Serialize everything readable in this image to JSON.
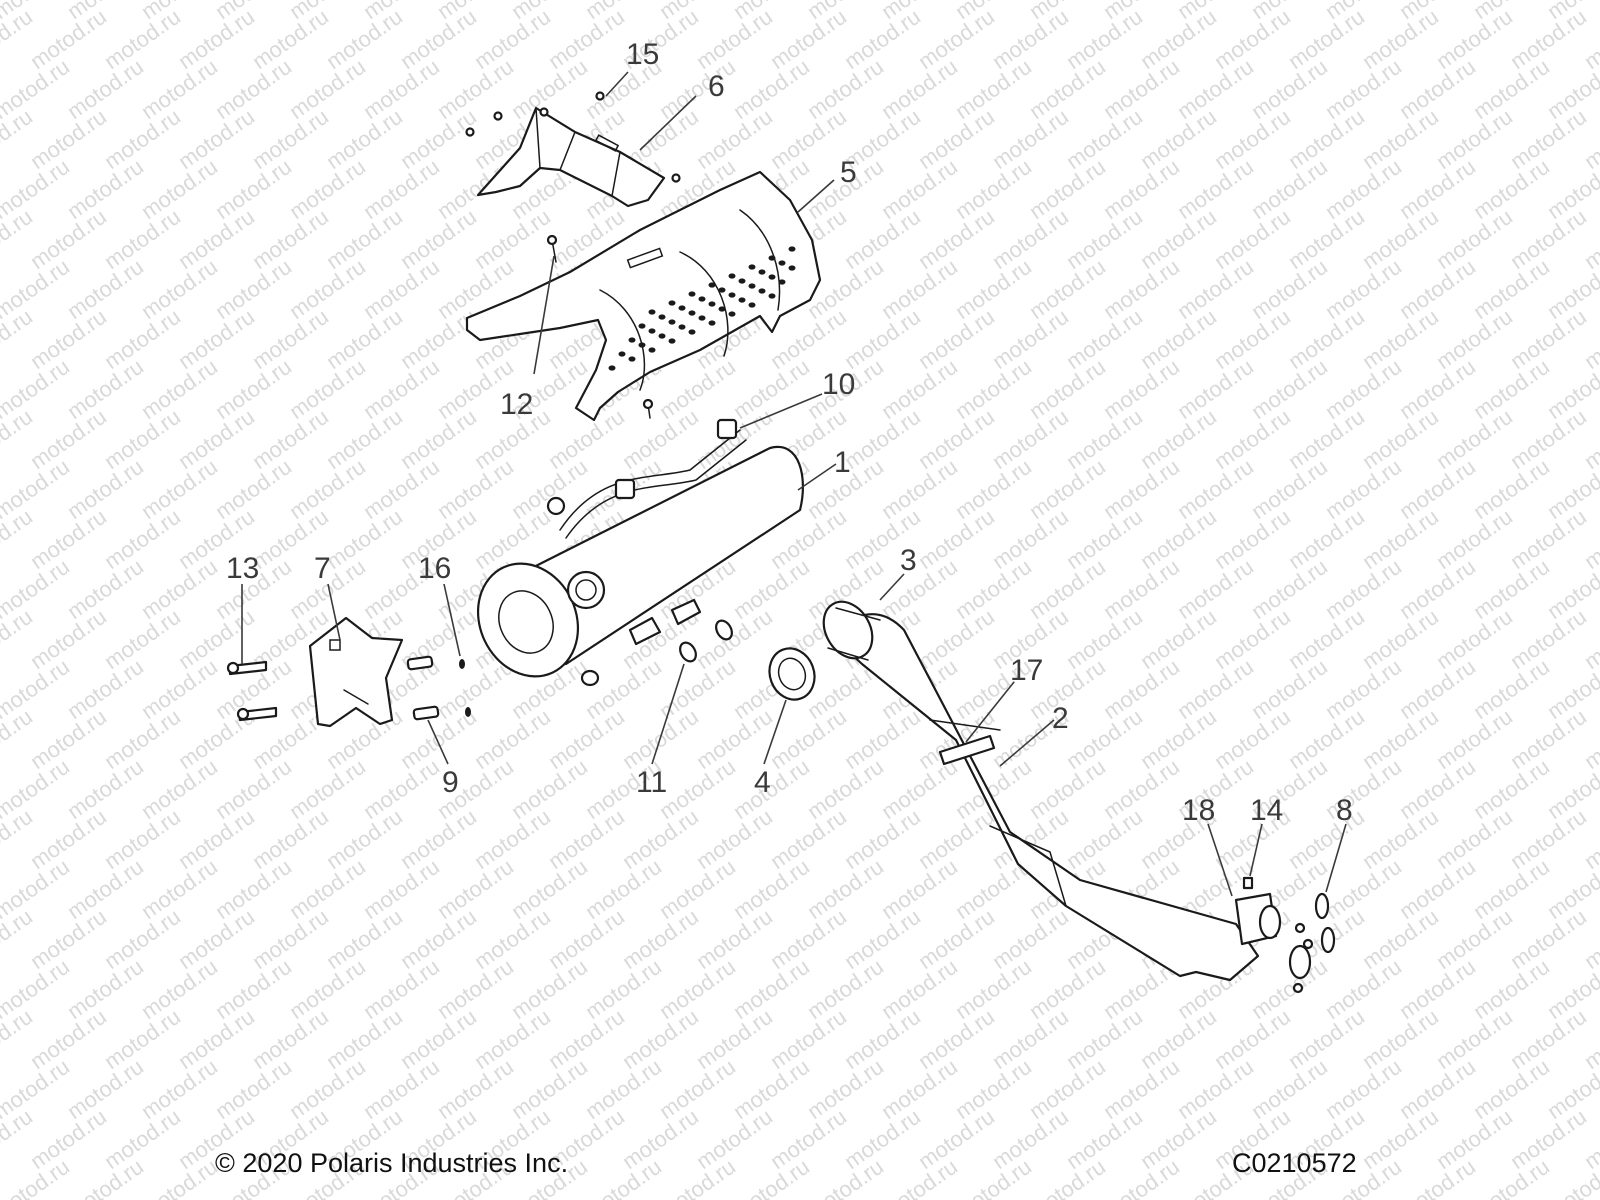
{
  "watermark_text": "motod.ru",
  "callouts": [
    "1",
    "2",
    "3",
    "4",
    "5",
    "6",
    "7",
    "8",
    "9",
    "10",
    "11",
    "12",
    "13",
    "14",
    "15",
    "16",
    "17",
    "18"
  ],
  "footer": {
    "copyright": "© 2020 Polaris Industries Inc.",
    "drawing_number": "C0210572"
  }
}
